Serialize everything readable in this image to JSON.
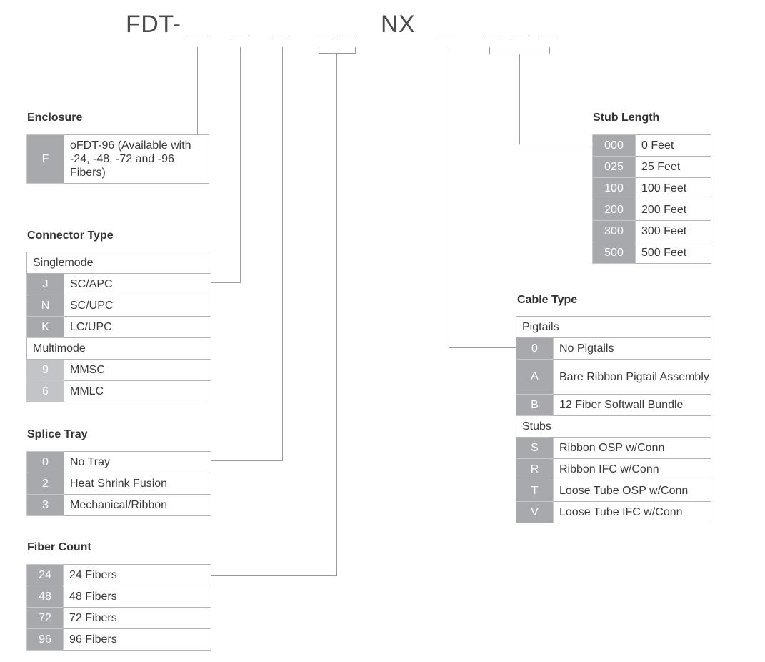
{
  "part_number": {
    "prefix": "FDT-",
    "middle": "NX"
  },
  "enclosure": {
    "title": "Enclosure",
    "rows": [
      {
        "code": "F",
        "desc": "oFDT-96 (Available with -24, -48, -72 and -96 Fibers)"
      }
    ]
  },
  "connector_type": {
    "title": "Connector Type",
    "singlemode_label": "Singlemode",
    "singlemode": [
      {
        "code": "J",
        "desc": "SC/APC"
      },
      {
        "code": "N",
        "desc": "SC/UPC"
      },
      {
        "code": "K",
        "desc": "LC/UPC"
      }
    ],
    "multimode_label": "Multimode",
    "multimode": [
      {
        "code": "9",
        "desc": "MMSC"
      },
      {
        "code": "6",
        "desc": "MMLC"
      }
    ]
  },
  "splice_tray": {
    "title": "Splice Tray",
    "rows": [
      {
        "code": "0",
        "desc": "No Tray"
      },
      {
        "code": "2",
        "desc": "Heat Shrink Fusion"
      },
      {
        "code": "3",
        "desc": "Mechanical/Ribbon"
      }
    ]
  },
  "fiber_count": {
    "title": "Fiber Count",
    "rows": [
      {
        "code": "24",
        "desc": "24 Fibers"
      },
      {
        "code": "48",
        "desc": "48 Fibers"
      },
      {
        "code": "72",
        "desc": "72 Fibers"
      },
      {
        "code": "96",
        "desc": "96 Fibers"
      }
    ]
  },
  "stub_length": {
    "title": "Stub Length",
    "rows": [
      {
        "code": "000",
        "desc": "0 Feet"
      },
      {
        "code": "025",
        "desc": "25 Feet"
      },
      {
        "code": "100",
        "desc": "100 Feet"
      },
      {
        "code": "200",
        "desc": "200 Feet"
      },
      {
        "code": "300",
        "desc": "300 Feet"
      },
      {
        "code": "500",
        "desc": "500 Feet"
      }
    ]
  },
  "cable_type": {
    "title": "Cable Type",
    "pigtails_label": "Pigtails",
    "pigtails": [
      {
        "code": "0",
        "desc": "No Pigtails"
      },
      {
        "code": "A",
        "desc": "Bare Ribbon Pigtail Assembly"
      },
      {
        "code": "B",
        "desc": "12 Fiber Softwall Bundle"
      }
    ],
    "stubs_label": "Stubs",
    "stubs": [
      {
        "code": "S",
        "desc": "Ribbon OSP w/Conn"
      },
      {
        "code": "R",
        "desc": "Ribbon IFC w/Conn"
      },
      {
        "code": "T",
        "desc": "Loose Tube OSP w/Conn"
      },
      {
        "code": "V",
        "desc": "Loose Tube IFC w/Conn"
      }
    ]
  },
  "colors": {
    "code_cell": "#a8a9ad",
    "code_cell_light": "#c3c4c7",
    "border": "#b4b4b4",
    "leader_line": "#9a9a9a"
  }
}
